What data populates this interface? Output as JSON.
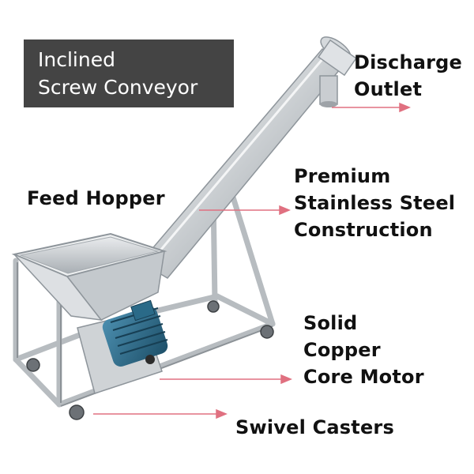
{
  "title": [
    "Inclined",
    "Screw Conveyor"
  ],
  "labels": {
    "discharge_outlet": [
      "Discharge",
      "Outlet"
    ],
    "stainless_steel": [
      "Premium",
      "Stainless Steel",
      "Construction"
    ],
    "feed_hopper": [
      "Feed Hopper"
    ],
    "motor": [
      "Solid",
      "Copper",
      "Core Motor"
    ],
    "casters": [
      "Swivel Casters"
    ]
  },
  "colors": {
    "title_bg": "#444444",
    "title_text": "#ffffff",
    "label_text": "#111111",
    "arrow": "#e07080",
    "steel_light": "#e4e6e8",
    "steel_dark": "#9ea3a8",
    "motor_blue": "#2f6f8e"
  }
}
